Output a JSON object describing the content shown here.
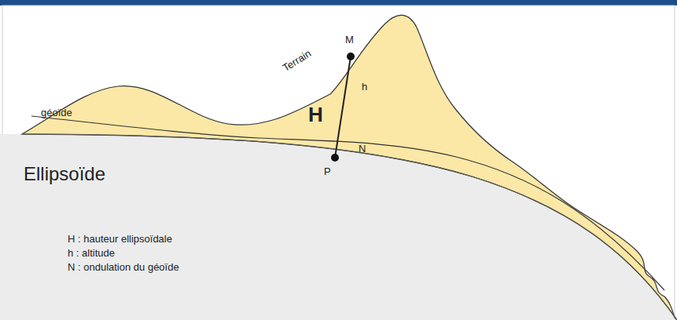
{
  "diagram": {
    "labels": [
      "M",
      "Terrain",
      "h",
      "H",
      "N",
      "P",
      "géoïde",
      "Ellipsoïde",
      "H : hauteur ellipsoïdale",
      "h : altitude",
      "N : ondulation du géoïde"
    ]
  }
}
